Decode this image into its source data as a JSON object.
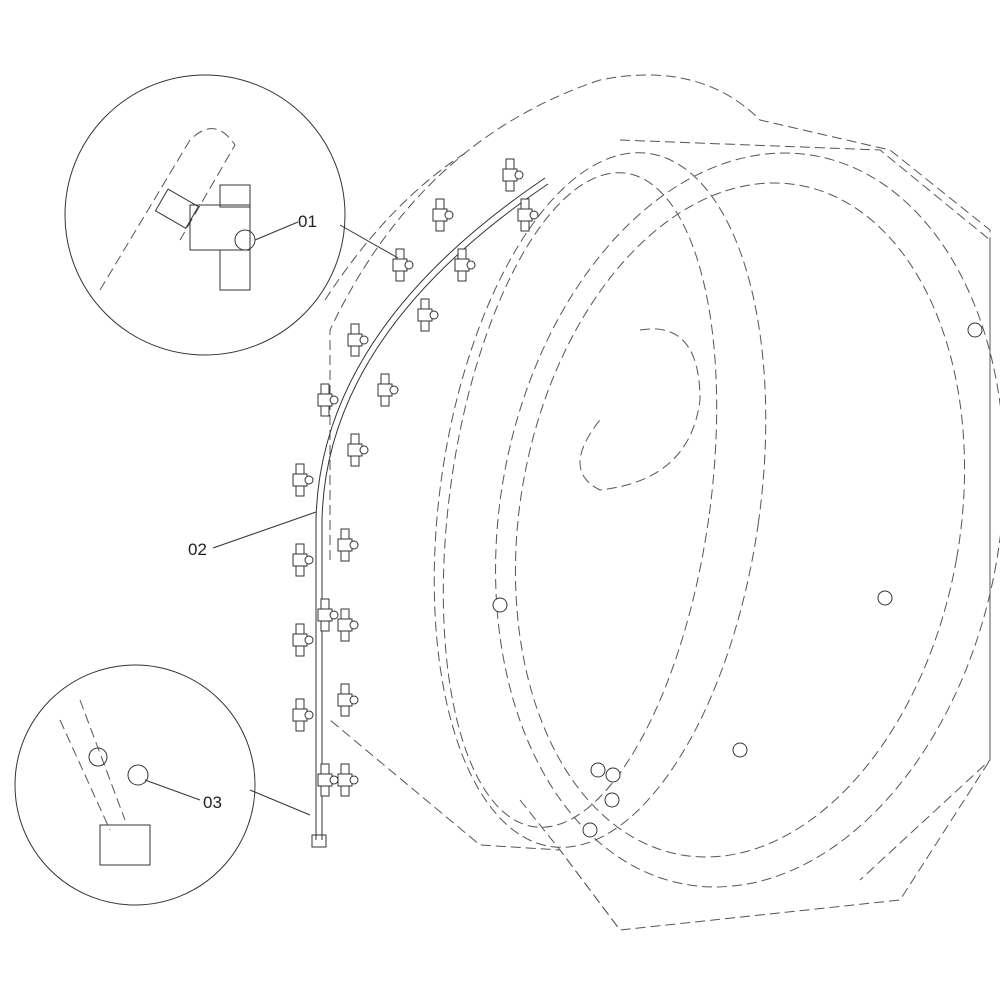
{
  "diagram": {
    "callouts": [
      {
        "id": "01"
      },
      {
        "id": "02"
      },
      {
        "id": "03"
      }
    ],
    "colors": {
      "line": "#333333",
      "hidden_line": "#555555",
      "background": "#ffffff"
    }
  }
}
